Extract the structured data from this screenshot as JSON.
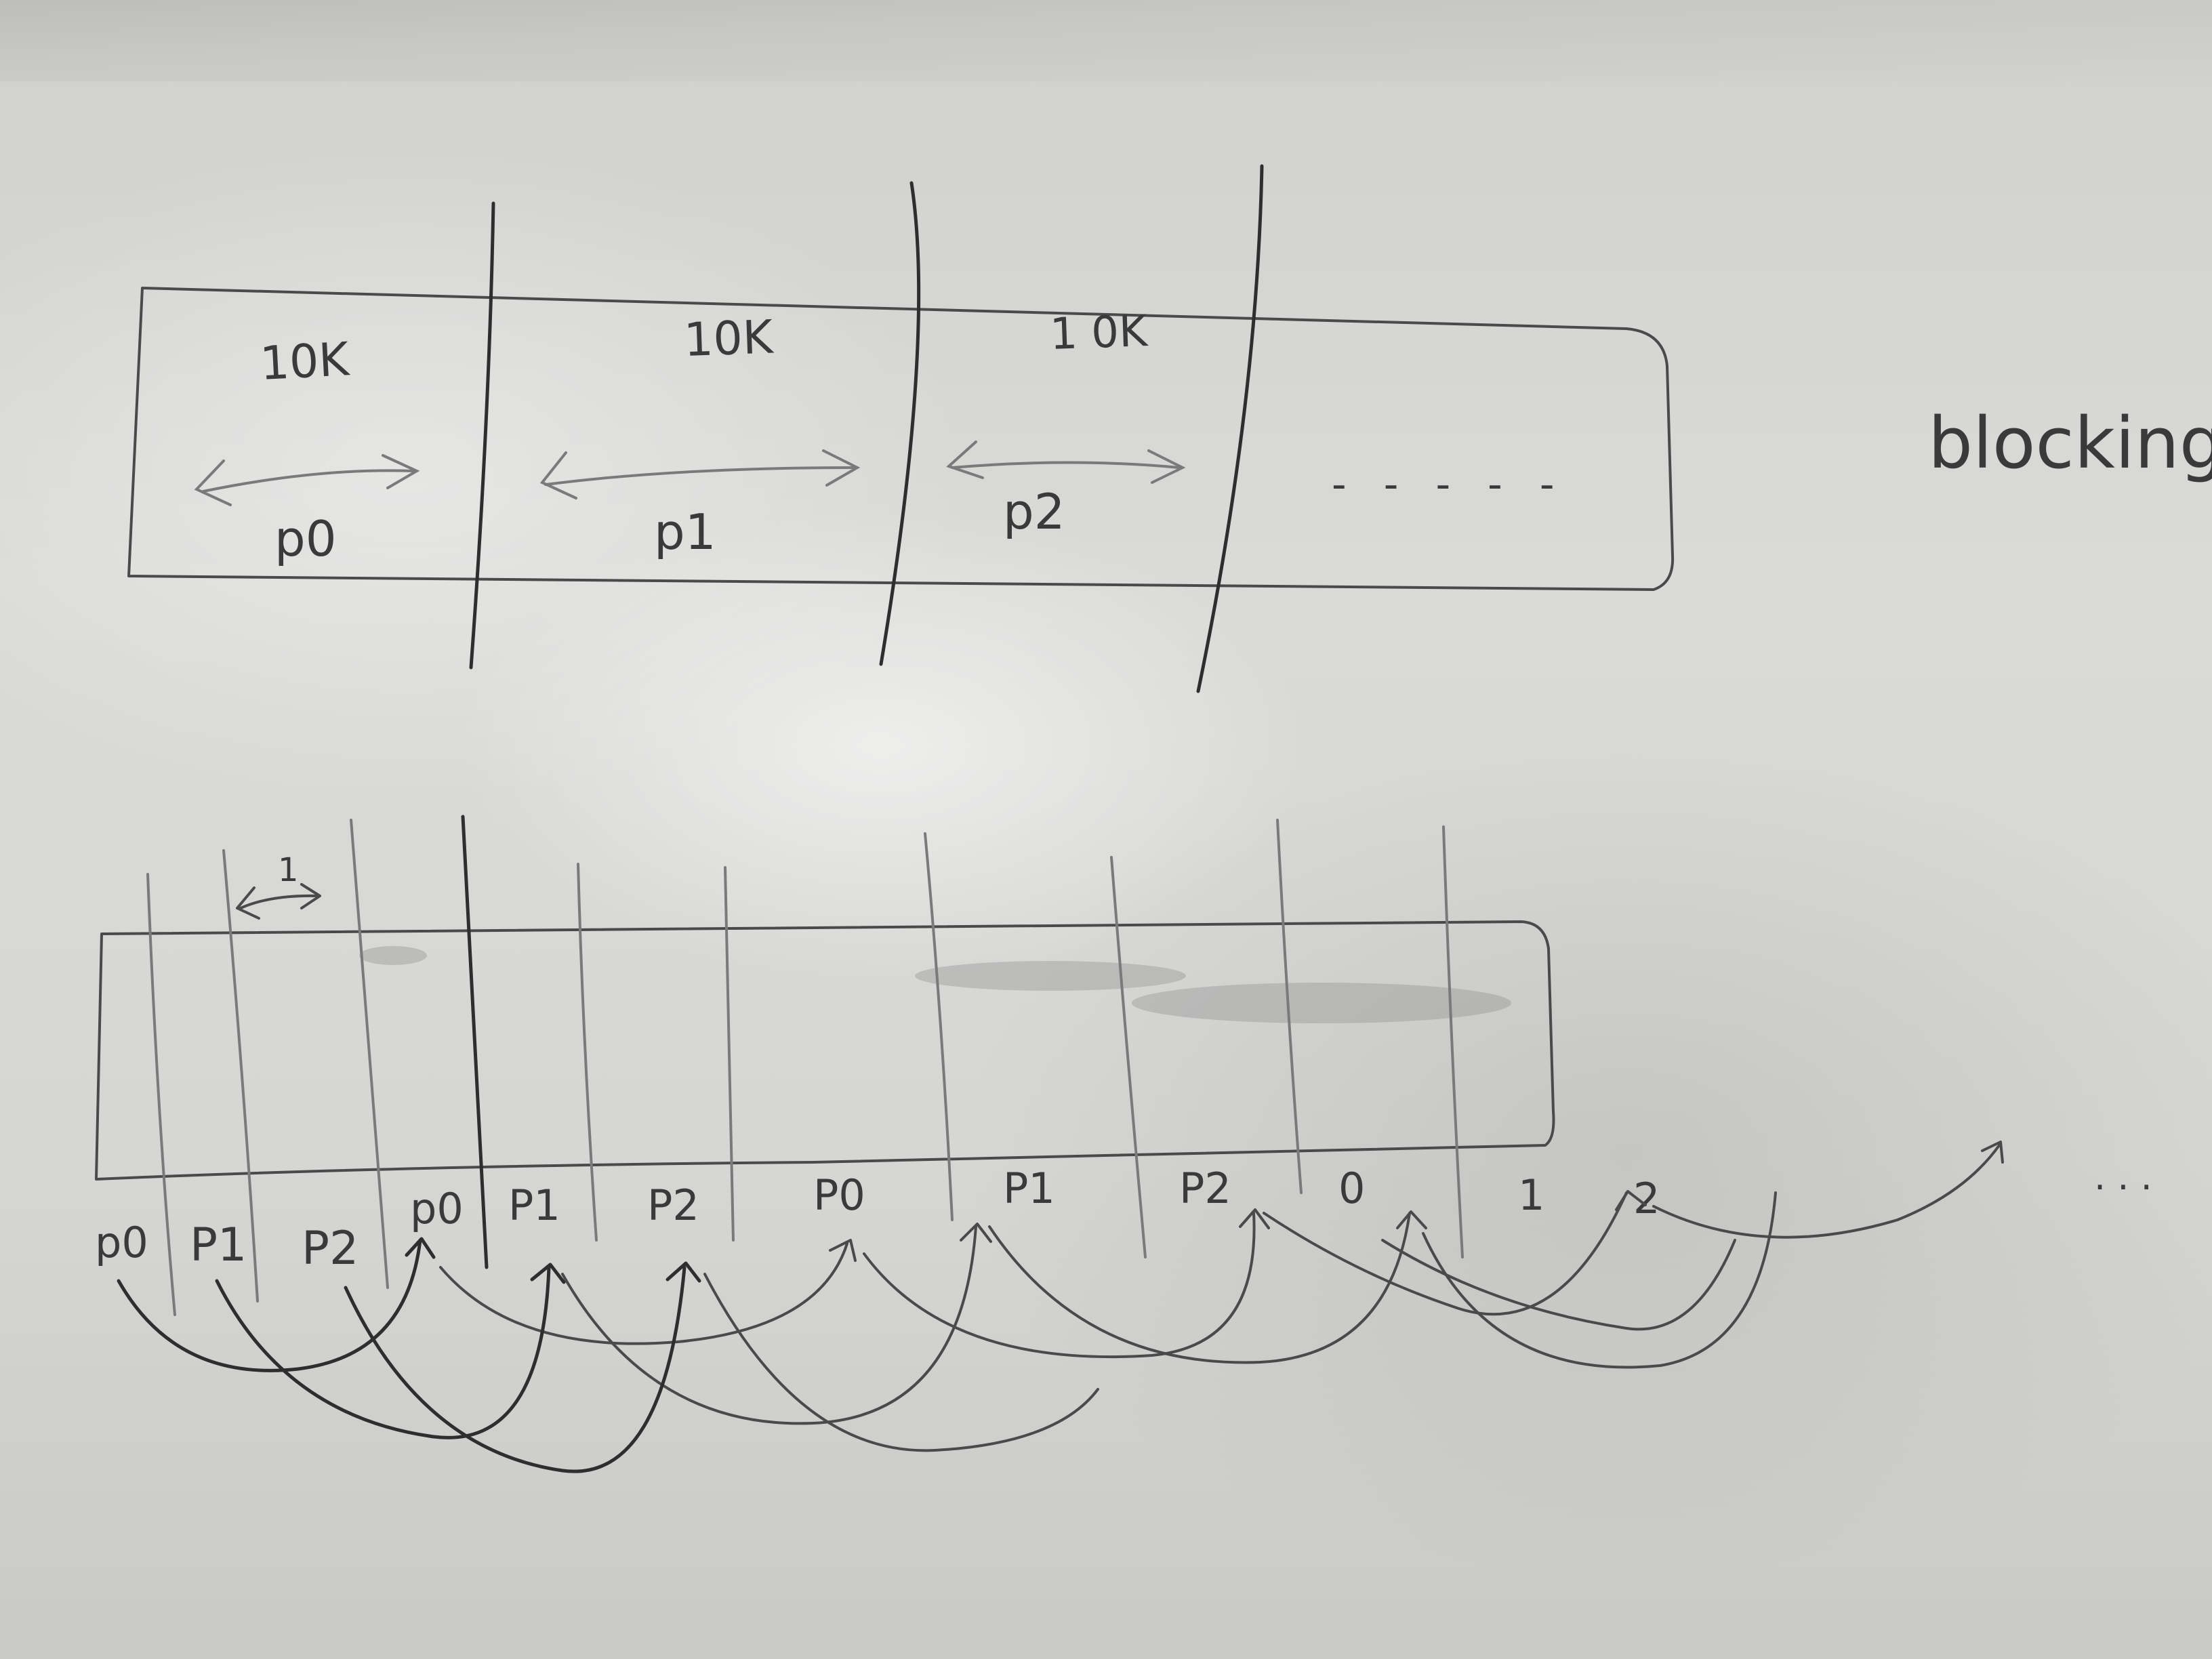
{
  "whiteboard": {
    "note": "blocking",
    "upper_diagram": {
      "block_sizes": [
        "10K",
        "10K",
        "1 0K"
      ],
      "block_owners": [
        "p0",
        "p1",
        "p2"
      ],
      "ellipsis": "- - - - -"
    },
    "lower_diagram": {
      "stride_marker": "1",
      "owner_labels": [
        "p0",
        "P1",
        "P2",
        "p0",
        "P1",
        "P2",
        "P0",
        "P1",
        "P2",
        "0",
        "1",
        "2"
      ],
      "ellipsis": ". . ."
    }
  }
}
